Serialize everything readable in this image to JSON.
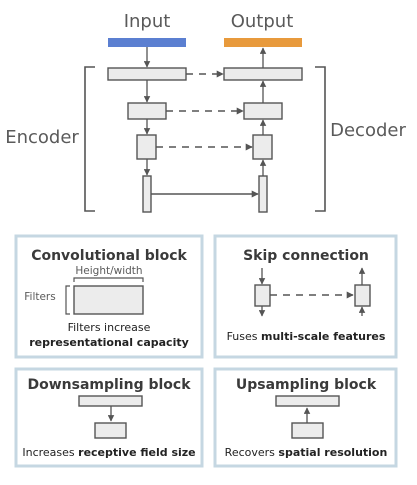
{
  "colors": {
    "input_bar": "#5b7fd1",
    "output_bar": "#e89a3c",
    "block_fill": "#ececec",
    "block_stroke": "#555555",
    "panel_border": "#c5d7e2",
    "text": "#5a5a5a"
  },
  "architecture": {
    "input_label": "Input",
    "output_label": "Output",
    "encoder_label": "Encoder",
    "decoder_label": "Decoder"
  },
  "legend": {
    "conv": {
      "title": "Convolutional block",
      "hw_label": "Height/width",
      "filters_label": "Filters",
      "caption_line1": "Filters increase",
      "caption_bold": "representational capacity"
    },
    "skip": {
      "title": "Skip connection",
      "caption_prefix": "Fuses ",
      "caption_bold": "multi-scale features"
    },
    "down": {
      "title": "Downsampling block",
      "caption_prefix": "Increases ",
      "caption_bold": "receptive field size"
    },
    "up": {
      "title": "Upsampling block",
      "caption_prefix": "Recovers ",
      "caption_bold": "spatial resolution"
    }
  }
}
